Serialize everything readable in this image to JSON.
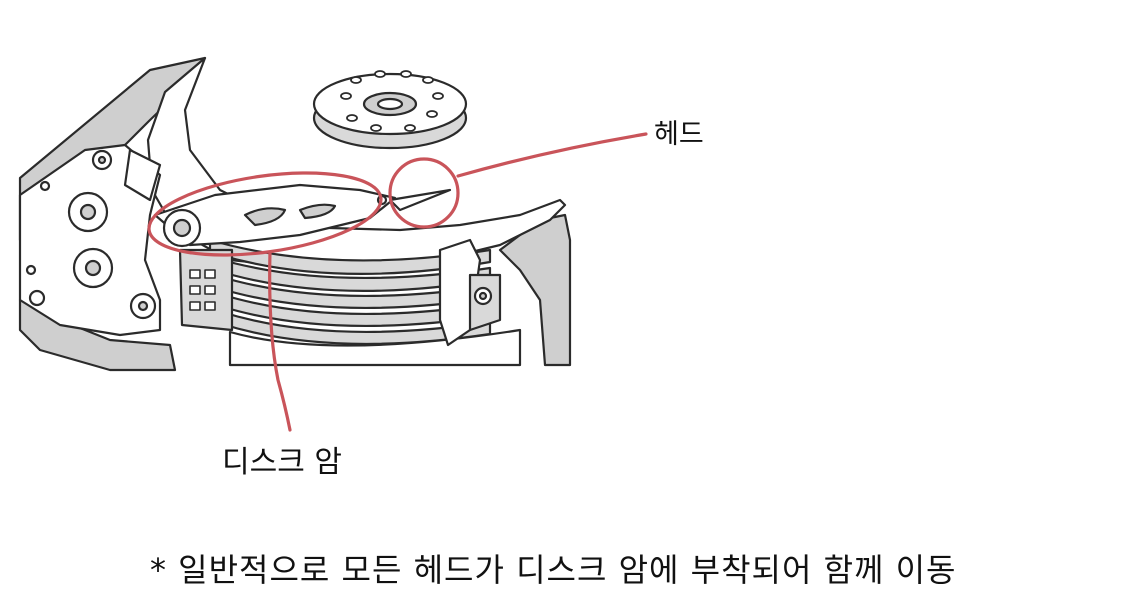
{
  "labels": {
    "head": "헤드",
    "disk_arm": "디스크 암"
  },
  "footnote": "* 일반적으로 모든 헤드가 디스크 암에 부착되어 함께 이동",
  "colors": {
    "highlight": "#c9545a",
    "line": "#2b2b2b",
    "shade": "#cfcfcf",
    "background": "#ffffff"
  }
}
